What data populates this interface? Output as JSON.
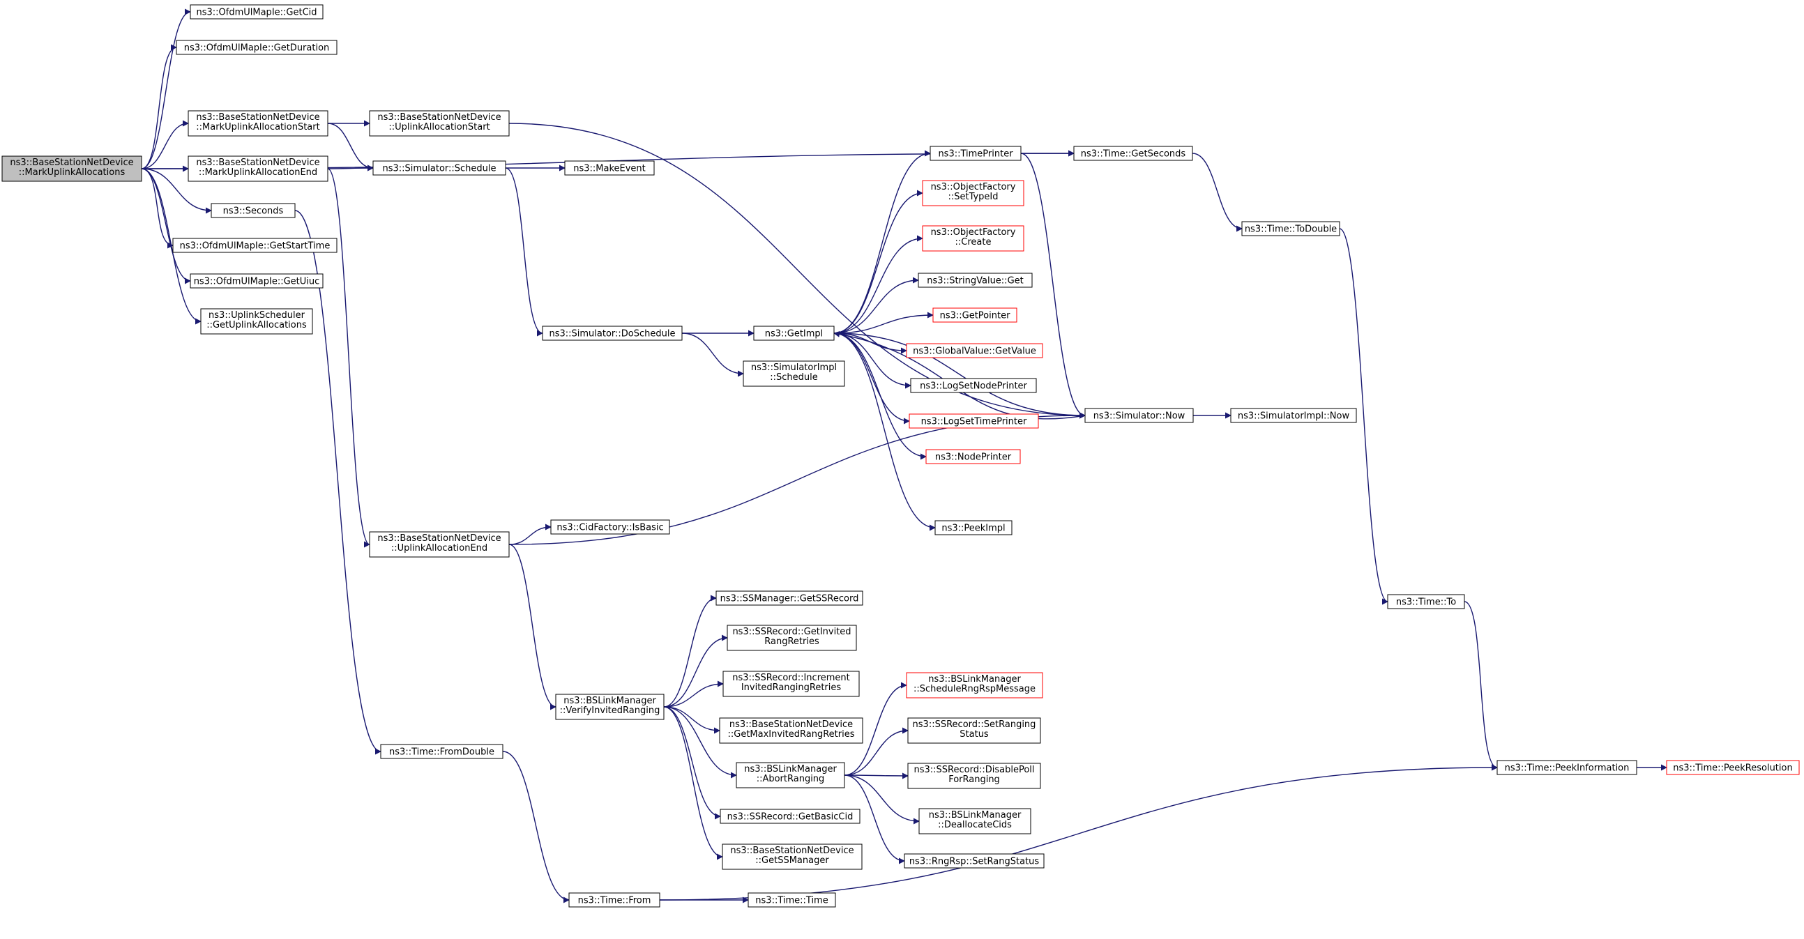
{
  "graph": {
    "title": "",
    "colors": {
      "edge": "#191970",
      "box": "#000000",
      "highlight_box": "#ff0000",
      "focus_fill": "#bfbfbf"
    },
    "nodes": [
      {
        "id": "root",
        "lines": [
          "ns3::BaseStationNetDevice",
          "::MarkUplinkAllocations"
        ],
        "style": "focus"
      },
      {
        "id": "getcid",
        "lines": [
          "ns3::OfdmUlMapIe::GetCid"
        ]
      },
      {
        "id": "getduration",
        "lines": [
          "ns3::OfdmUlMapIe::GetDuration"
        ]
      },
      {
        "id": "markstart",
        "lines": [
          "ns3::BaseStationNetDevice",
          "::MarkUplinkAllocationStart"
        ]
      },
      {
        "id": "markend",
        "lines": [
          "ns3::BaseStationNetDevice",
          "::MarkUplinkAllocationEnd"
        ]
      },
      {
        "id": "seconds",
        "lines": [
          "ns3::Seconds"
        ]
      },
      {
        "id": "getstarttime",
        "lines": [
          "ns3::OfdmUlMapIe::GetStartTime"
        ]
      },
      {
        "id": "getuiuc",
        "lines": [
          "ns3::OfdmUlMapIe::GetUiuc"
        ]
      },
      {
        "id": "getuplinkalloc",
        "lines": [
          "ns3::UplinkScheduler",
          "::GetUplinkAllocations"
        ]
      },
      {
        "id": "uplinkallocstart",
        "lines": [
          "ns3::BaseStationNetDevice",
          "::UplinkAllocationStart"
        ]
      },
      {
        "id": "schedule",
        "lines": [
          "ns3::Simulator::Schedule"
        ]
      },
      {
        "id": "makeevent",
        "lines": [
          "ns3::MakeEvent"
        ]
      },
      {
        "id": "doschedule",
        "lines": [
          "ns3::Simulator::DoSchedule"
        ]
      },
      {
        "id": "simimplschedule",
        "lines": [
          "ns3::SimulatorImpl",
          "::Schedule"
        ]
      },
      {
        "id": "getimpl",
        "lines": [
          "ns3::GetImpl"
        ]
      },
      {
        "id": "timeprinter",
        "lines": [
          "ns3::TimePrinter"
        ]
      },
      {
        "id": "ofsettypeid",
        "lines": [
          "ns3::ObjectFactory",
          "::SetTypeId"
        ],
        "style": "red"
      },
      {
        "id": "ofcreate",
        "lines": [
          "ns3::ObjectFactory",
          "::Create"
        ],
        "style": "red"
      },
      {
        "id": "stringvalueget",
        "lines": [
          "ns3::StringValue::Get"
        ]
      },
      {
        "id": "getpointer",
        "lines": [
          "ns3::GetPointer"
        ],
        "style": "red"
      },
      {
        "id": "gvgetvalue",
        "lines": [
          "ns3::GlobalValue::GetValue"
        ],
        "style": "red"
      },
      {
        "id": "logsetnodeprinter",
        "lines": [
          "ns3::LogSetNodePrinter"
        ]
      },
      {
        "id": "logsettimeprinter",
        "lines": [
          "ns3::LogSetTimePrinter"
        ],
        "style": "red"
      },
      {
        "id": "nodeprinter",
        "lines": [
          "ns3::NodePrinter"
        ],
        "style": "red"
      },
      {
        "id": "peekimpl",
        "lines": [
          "ns3::PeekImpl"
        ]
      },
      {
        "id": "gettimeseconds",
        "lines": [
          "ns3::Time::GetSeconds"
        ]
      },
      {
        "id": "simnow",
        "lines": [
          "ns3::Simulator::Now"
        ]
      },
      {
        "id": "simimplnow",
        "lines": [
          "ns3::SimulatorImpl::Now"
        ]
      },
      {
        "id": "todouble",
        "lines": [
          "ns3::Time::ToDouble"
        ]
      },
      {
        "id": "timeto",
        "lines": [
          "ns3::Time::To"
        ]
      },
      {
        "id": "peekinfo",
        "lines": [
          "ns3::Time::PeekInformation"
        ]
      },
      {
        "id": "peekres",
        "lines": [
          "ns3::Time::PeekResolution"
        ],
        "style": "red"
      },
      {
        "id": "uplinkallocend",
        "lines": [
          "ns3::BaseStationNetDevice",
          "::UplinkAllocationEnd"
        ]
      },
      {
        "id": "cidisbasic",
        "lines": [
          "ns3::CidFactory::IsBasic"
        ]
      },
      {
        "id": "verifyinvited",
        "lines": [
          "ns3::BSLinkManager",
          "::VerifyInvitedRanging"
        ]
      },
      {
        "id": "getssrecord",
        "lines": [
          "ns3::SSManager::GetSSRecord"
        ]
      },
      {
        "id": "getinvitedretries",
        "lines": [
          "ns3::SSRecord::GetInvited",
          "RangRetries"
        ]
      },
      {
        "id": "incrinvited",
        "lines": [
          "ns3::SSRecord::Increment",
          "InvitedRangingRetries"
        ]
      },
      {
        "id": "getmaxinvited",
        "lines": [
          "ns3::BaseStationNetDevice",
          "::GetMaxInvitedRangRetries"
        ]
      },
      {
        "id": "abortranging",
        "lines": [
          "ns3::BSLinkManager",
          "::AbortRanging"
        ]
      },
      {
        "id": "getbasiccid",
        "lines": [
          "ns3::SSRecord::GetBasicCid"
        ]
      },
      {
        "id": "getssmanager",
        "lines": [
          "ns3::BaseStationNetDevice",
          "::GetSSManager"
        ]
      },
      {
        "id": "schedrngrsp",
        "lines": [
          "ns3::BSLinkManager",
          "::ScheduleRngRspMessage"
        ],
        "style": "red"
      },
      {
        "id": "setrangingstatus",
        "lines": [
          "ns3::SSRecord::SetRanging",
          "Status"
        ]
      },
      {
        "id": "disablepoll",
        "lines": [
          "ns3::SSRecord::DisablePoll",
          "ForRanging"
        ]
      },
      {
        "id": "deallocatecids",
        "lines": [
          "ns3::BSLinkManager",
          "::DeallocateCids"
        ]
      },
      {
        "id": "setrangstatus",
        "lines": [
          "ns3::RngRsp::SetRangStatus"
        ]
      },
      {
        "id": "fromdouble",
        "lines": [
          "ns3::Time::FromDouble"
        ]
      },
      {
        "id": "timefrom",
        "lines": [
          "ns3::Time::From"
        ]
      },
      {
        "id": "timetime",
        "lines": [
          "ns3::Time::Time"
        ]
      }
    ],
    "edges": [
      [
        "root",
        "getcid"
      ],
      [
        "root",
        "getduration"
      ],
      [
        "root",
        "gettimeseconds"
      ],
      [
        "root",
        "markstart"
      ],
      [
        "root",
        "markend"
      ],
      [
        "root",
        "seconds"
      ],
      [
        "root",
        "getstarttime"
      ],
      [
        "root",
        "getuiuc"
      ],
      [
        "root",
        "getuplinkalloc"
      ],
      [
        "markstart",
        "uplinkallocstart"
      ],
      [
        "markstart",
        "schedule"
      ],
      [
        "markend",
        "schedule"
      ],
      [
        "markend",
        "uplinkallocend"
      ],
      [
        "uplinkallocstart",
        "simnow"
      ],
      [
        "schedule",
        "makeevent"
      ],
      [
        "schedule",
        "doschedule"
      ],
      [
        "doschedule",
        "getimpl"
      ],
      [
        "doschedule",
        "simimplschedule"
      ],
      [
        "getimpl",
        "timeprinter"
      ],
      [
        "getimpl",
        "ofsettypeid"
      ],
      [
        "getimpl",
        "ofcreate"
      ],
      [
        "getimpl",
        "stringvalueget"
      ],
      [
        "getimpl",
        "getpointer"
      ],
      [
        "getimpl",
        "gvgetvalue"
      ],
      [
        "getimpl",
        "logsetnodeprinter"
      ],
      [
        "getimpl",
        "logsettimeprinter"
      ],
      [
        "getimpl",
        "nodeprinter"
      ],
      [
        "getimpl",
        "peekimpl"
      ],
      [
        "getimpl",
        "simnow"
      ],
      [
        "timeprinter",
        "gettimeseconds"
      ],
      [
        "timeprinter",
        "simnow"
      ],
      [
        "simnow",
        "getimpl"
      ],
      [
        "simnow",
        "simimplnow"
      ],
      [
        "gettimeseconds",
        "todouble"
      ],
      [
        "todouble",
        "timeto"
      ],
      [
        "timeto",
        "peekinfo"
      ],
      [
        "peekinfo",
        "peekres"
      ],
      [
        "seconds",
        "fromdouble"
      ],
      [
        "fromdouble",
        "timefrom"
      ],
      [
        "timefrom",
        "timetime"
      ],
      [
        "timefrom",
        "peekinfo"
      ],
      [
        "uplinkallocend",
        "cidisbasic"
      ],
      [
        "uplinkallocend",
        "simnow"
      ],
      [
        "uplinkallocend",
        "verifyinvited"
      ],
      [
        "verifyinvited",
        "getssrecord"
      ],
      [
        "verifyinvited",
        "getinvitedretries"
      ],
      [
        "verifyinvited",
        "incrinvited"
      ],
      [
        "verifyinvited",
        "getmaxinvited"
      ],
      [
        "verifyinvited",
        "abortranging"
      ],
      [
        "verifyinvited",
        "getbasiccid"
      ],
      [
        "verifyinvited",
        "getssmanager"
      ],
      [
        "abortranging",
        "schedrngrsp"
      ],
      [
        "abortranging",
        "setrangingstatus"
      ],
      [
        "abortranging",
        "disablepoll"
      ],
      [
        "abortranging",
        "deallocatecids"
      ],
      [
        "abortranging",
        "setrangstatus"
      ]
    ]
  }
}
